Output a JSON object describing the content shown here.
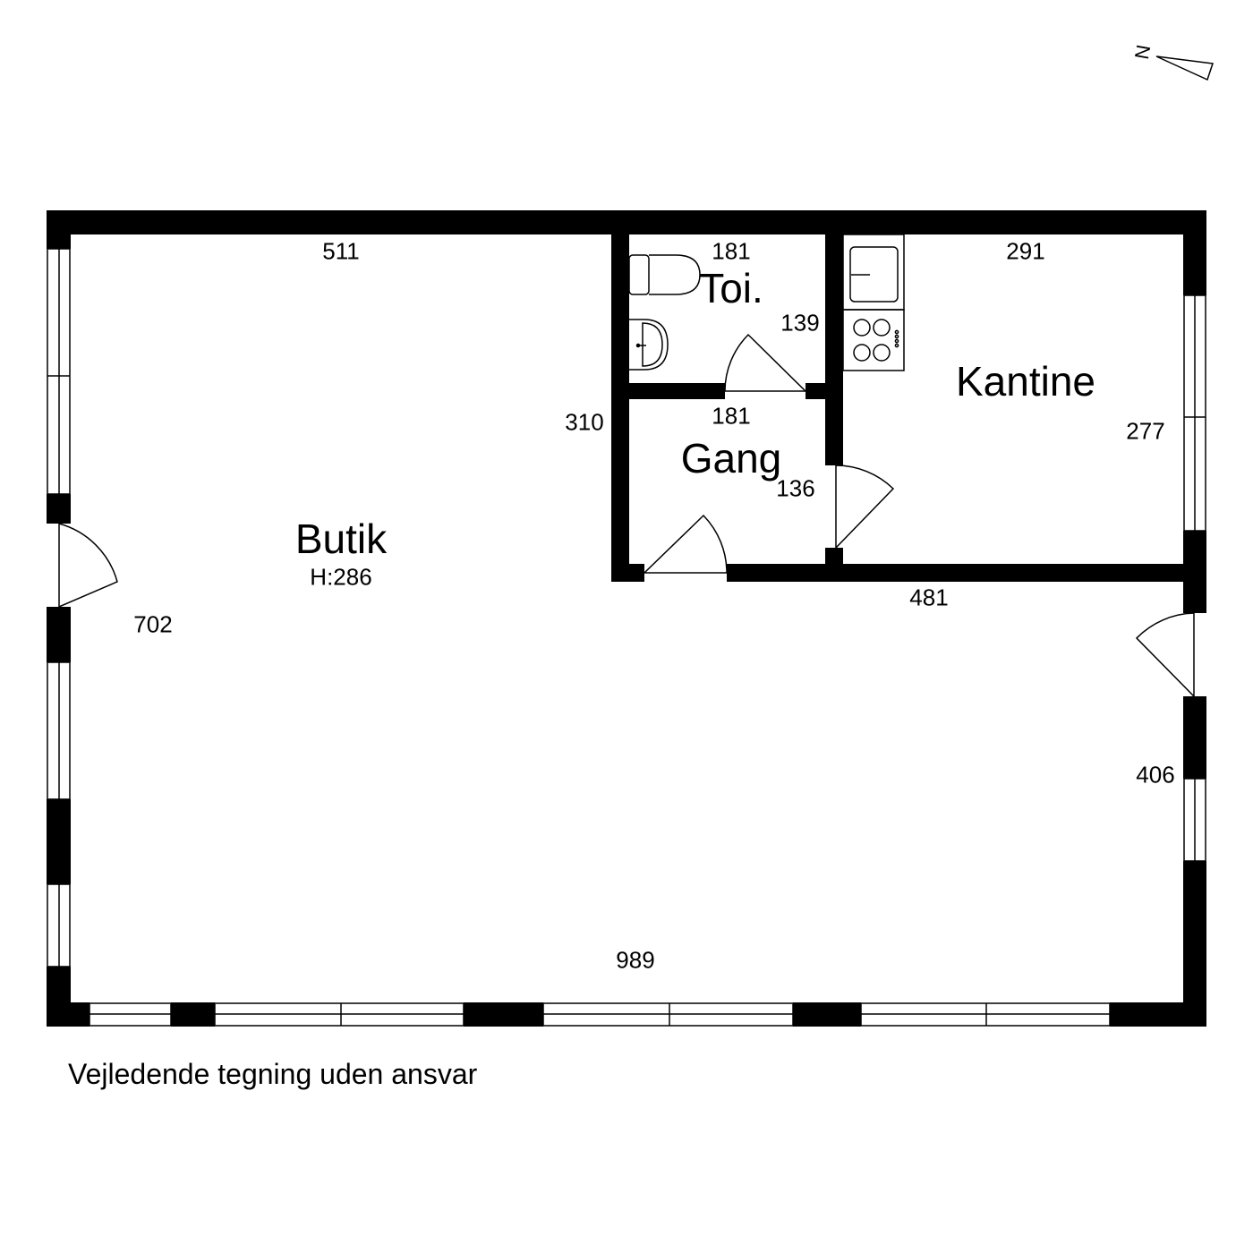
{
  "rooms": {
    "butik": {
      "name": "Butik",
      "height": "H:286"
    },
    "toilet": {
      "name": "Toi."
    },
    "gang": {
      "name": "Gang"
    },
    "kantine": {
      "name": "Kantine"
    }
  },
  "dimensions": {
    "butik_top": "511",
    "toilet_top": "181",
    "toilet_side": "139",
    "gang_top": "181",
    "gang_side": "136",
    "inner_wall": "310",
    "kantine_top": "291",
    "kantine_side": "277",
    "corridor_wall": "481",
    "butik_left": "702",
    "right_lower": "406",
    "bottom": "989"
  },
  "compass": {
    "label": "N"
  },
  "footer": {
    "disclaimer": "Vejledende tegning uden ansvar"
  }
}
